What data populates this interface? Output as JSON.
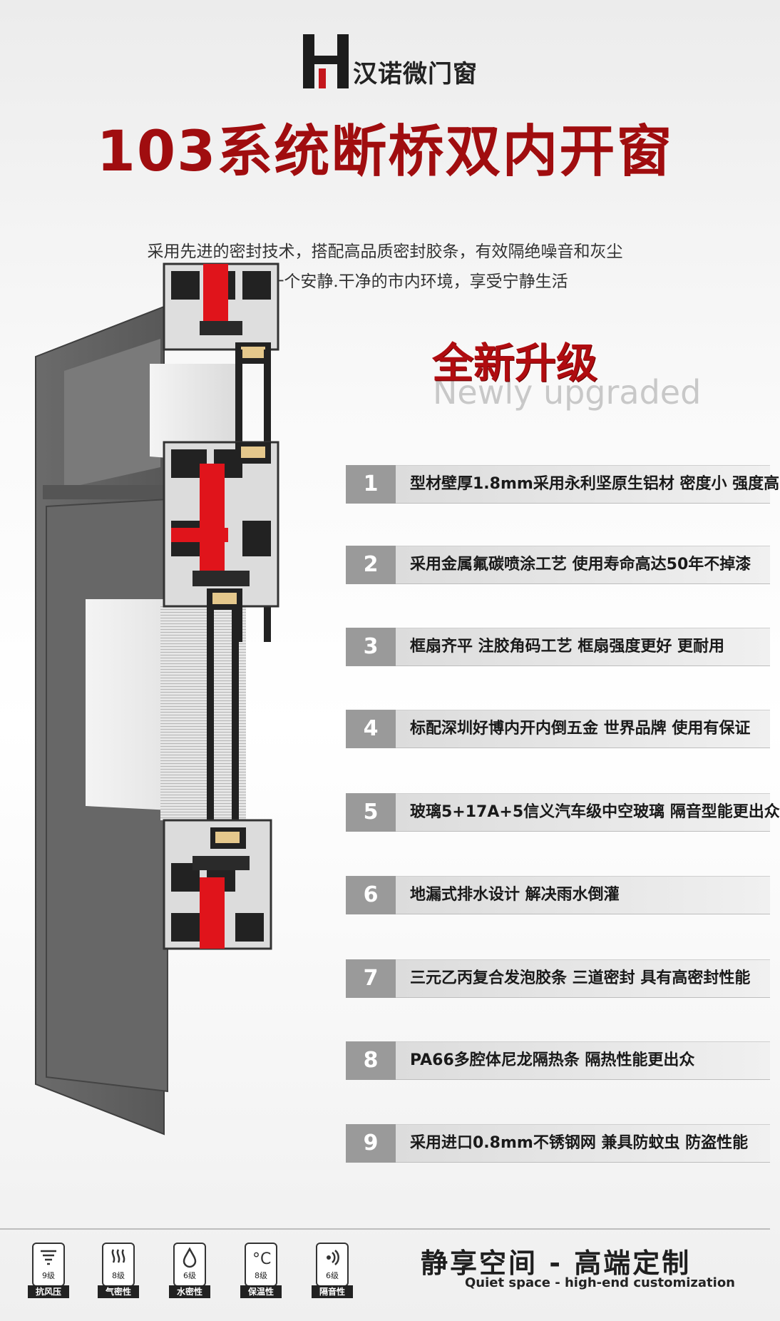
{
  "brand": {
    "name": "汉诺微门窗"
  },
  "title": "103系统断桥双内开窗",
  "intro": {
    "line1": "采用先进的密封技术，搭配高品质密封胶条，有效隔绝噪音和灰尘",
    "line2": "为您打造一个安静.干净的市内环境，享受宁静生活"
  },
  "upgrade": {
    "cn": "全新升级",
    "en": "Newly upgraded"
  },
  "features": [
    {
      "num": "1",
      "text": "型材壁厚1.8mm采用永利坚原生铝材 密度小 强度高"
    },
    {
      "num": "2",
      "text": "采用金属氟碳喷涂工艺 使用寿命高达50年不掉漆"
    },
    {
      "num": "3",
      "text": "框扇齐平 注胶角码工艺 框扇强度更好 更耐用"
    },
    {
      "num": "4",
      "text": "标配深圳好博内开内倒五金 世界品牌 使用有保证"
    },
    {
      "num": "5",
      "text": "玻璃5+17A+5信义汽车级中空玻璃 隔音型能更出众"
    },
    {
      "num": "6",
      "text": "地漏式排水设计 解决雨水倒灌"
    },
    {
      "num": "7",
      "text": "三元乙丙复合发泡胶条 三道密封 具有高密封性能"
    },
    {
      "num": "8",
      "text": "PA66多腔体尼龙隔热条 隔热性能更出众"
    },
    {
      "num": "9",
      "text": "采用进口0.8mm不锈钢网 兼具防蚊虫 防盗性能"
    }
  ],
  "badges": [
    {
      "level": "9级",
      "label": "抗风压",
      "icon": "wind-pressure-icon"
    },
    {
      "level": "8级",
      "label": "气密性",
      "icon": "airtight-icon"
    },
    {
      "level": "6级",
      "label": "水密性",
      "icon": "water-drop-icon"
    },
    {
      "level": "8级",
      "label": "保温性",
      "icon": "thermometer-icon"
    },
    {
      "level": "6级",
      "label": "隔音性",
      "icon": "sound-icon"
    }
  ],
  "slogan": {
    "cn": "静享空间    -    高端定制",
    "en": "Quiet space - high-end customization"
  },
  "colors": {
    "title_red": "#a00d0f",
    "gasket_red": "#e0141b",
    "profile_grey": "#5e5e5e",
    "num_grey": "#9a9a9a"
  }
}
